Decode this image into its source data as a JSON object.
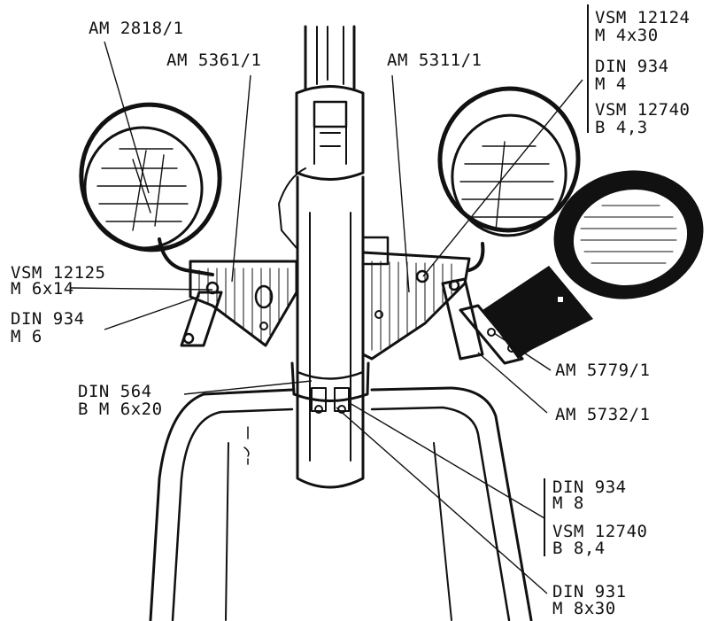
{
  "labels": {
    "am_2818": "AM 2818/1",
    "am_5361": "AM 5361/1",
    "am_5311": "AM 5311/1",
    "vsm_12124": "VSM 12124",
    "m_4x30": "M 4x30",
    "din_934_top": "DIN 934",
    "m_4": "M 4",
    "vsm_12740_top": "VSM 12740",
    "b_4_3": "B 4,3",
    "vsm_12125": "VSM 12125",
    "m_6x14": "M 6x14",
    "din_934_left": "DIN 934",
    "m_6": "M 6",
    "din_564": "DIN 564",
    "b_m_6x20": "B M 6x20",
    "am_5779": "AM 5779/1",
    "am_5732": "AM 5732/1",
    "din_934_bottom": "DIN 934",
    "m_8": "M 8",
    "vsm_12740_bottom": "VSM 12740",
    "b_8_4": "B 8,4",
    "din_931": "DIN 931",
    "m_8x30": "M 8x30"
  }
}
